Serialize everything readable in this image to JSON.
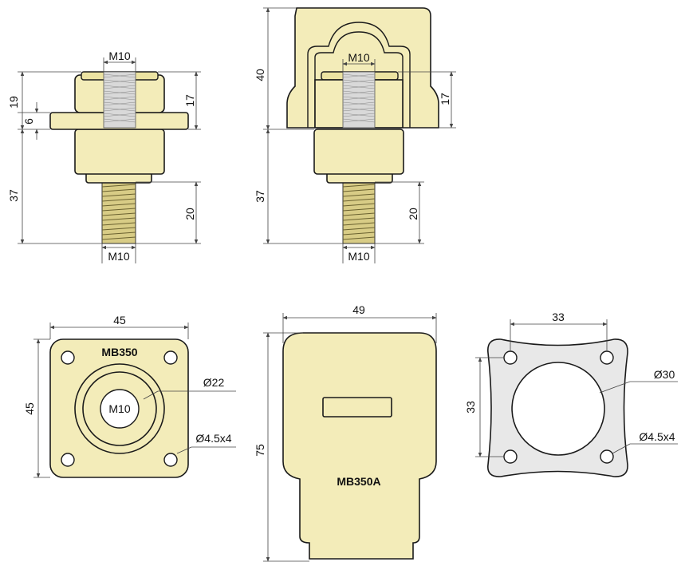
{
  "labels": {
    "m10": "M10",
    "d19": "19",
    "d6": "6",
    "d17": "17",
    "d37": "37",
    "d20": "20",
    "d40": "40",
    "d45": "45",
    "d49": "49",
    "d75": "75",
    "d33": "33",
    "phi22": "Ø22",
    "phi30": "Ø30",
    "phi45x4": "Ø4.5x4",
    "mb350": "MB350",
    "mb350a": "MB350A"
  },
  "colors": {
    "body": "#f3ecb9",
    "gasket": "#e8e8e8",
    "thread": "#d8cc86"
  }
}
